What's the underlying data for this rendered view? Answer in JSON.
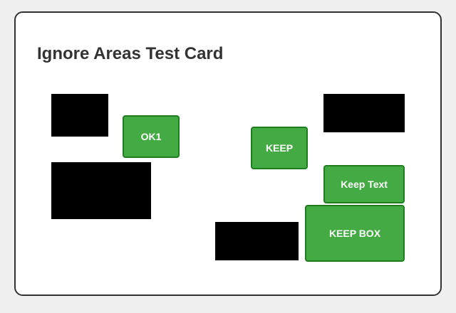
{
  "card": {
    "title": "Ignore Areas Test Card"
  },
  "buttons": {
    "ok1": "OK1",
    "keep": "KEEP",
    "keep_text": "Keep Text",
    "keep_box": "KEEP BOX"
  },
  "colors": {
    "button_fill": "#44aa44",
    "button_border": "#1e7e1e",
    "mask": "#000000",
    "card_border": "#333333"
  }
}
